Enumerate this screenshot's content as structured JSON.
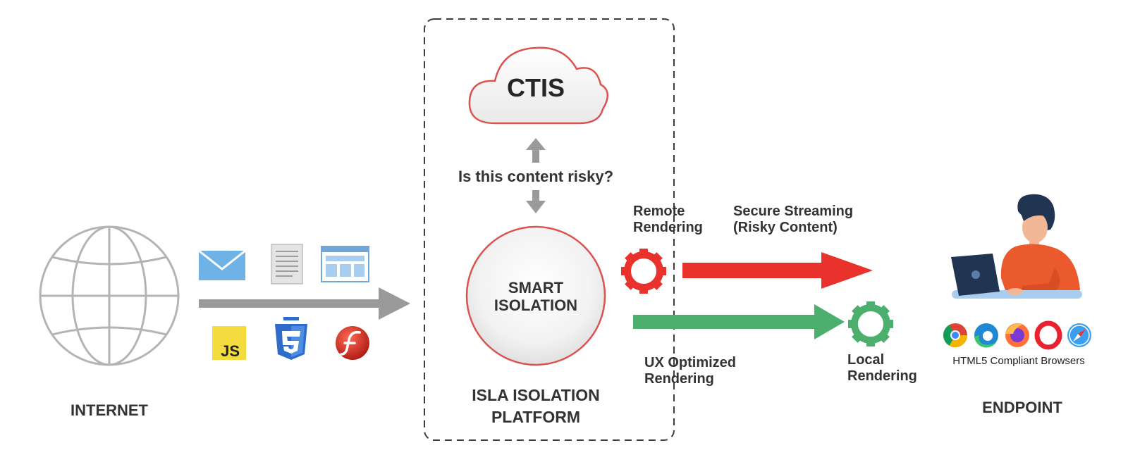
{
  "diagram": {
    "internet": {
      "label": "INTERNET"
    },
    "platform": {
      "cloud_label": "CTIS",
      "question": "Is this content risky?",
      "core_line1": "SMART",
      "core_line2": "ISOLATION",
      "name_line1": "ISLA ISOLATION",
      "name_line2": "PLATFORM"
    },
    "remote": {
      "line1": "Remote",
      "line2": "Rendering",
      "stream_line1": "Secure Streaming",
      "stream_line2": "(Risky Content)"
    },
    "ux": {
      "line1": "UX Optimized",
      "line2": "Rendering"
    },
    "local": {
      "line1": "Local",
      "line2": "Rendering"
    },
    "endpoint": {
      "label": "ENDPOINT",
      "browsers_caption": "HTML5 Compliant Browsers"
    },
    "content_icons": {
      "js_text": "JS",
      "items": [
        "email-icon",
        "document-icon",
        "webpage-icon",
        "javascript-icon",
        "css3-icon",
        "flash-icon"
      ]
    },
    "browser_icons": [
      "chrome-icon",
      "edge-icon",
      "firefox-icon",
      "opera-icon",
      "safari-icon"
    ],
    "colors": {
      "risky": "#e8322b",
      "safe": "#4caf6e",
      "neutral_arrow": "#9a9a9a",
      "globe": "#b4b4b4",
      "email": "#6fb3e6",
      "js_bg": "#f4dc3e",
      "css_blue": "#2f6cc9",
      "flash_red": "#d9302a"
    }
  }
}
